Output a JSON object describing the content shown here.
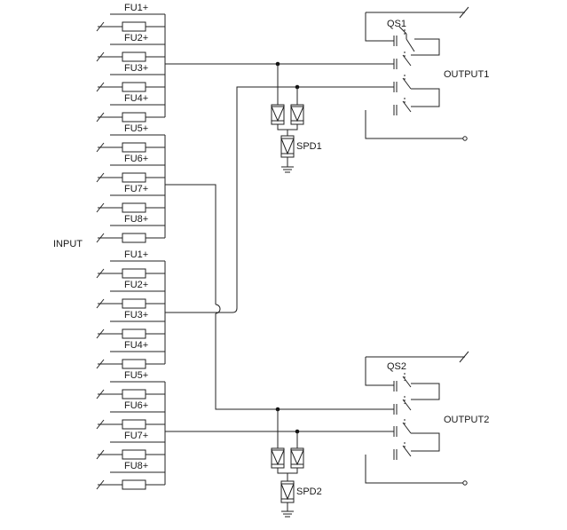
{
  "diagram": {
    "input_label": "INPUT",
    "fuse_group_a": [
      "FU1+",
      "FU2+",
      "FU3+",
      "FU4+",
      "FU5+",
      "FU6+",
      "FU7+",
      "FU8+"
    ],
    "fuse_group_b": [
      "FU1+",
      "FU2+",
      "FU3+",
      "FU4+",
      "FU5+",
      "FU6+",
      "FU7+",
      "FU8+"
    ],
    "switch_1": "QS1",
    "switch_2": "QS2",
    "output_1": "OUTPUT1",
    "output_2": "OUTPUT2",
    "spd_1": "SPD1",
    "spd_2": "SPD2"
  }
}
